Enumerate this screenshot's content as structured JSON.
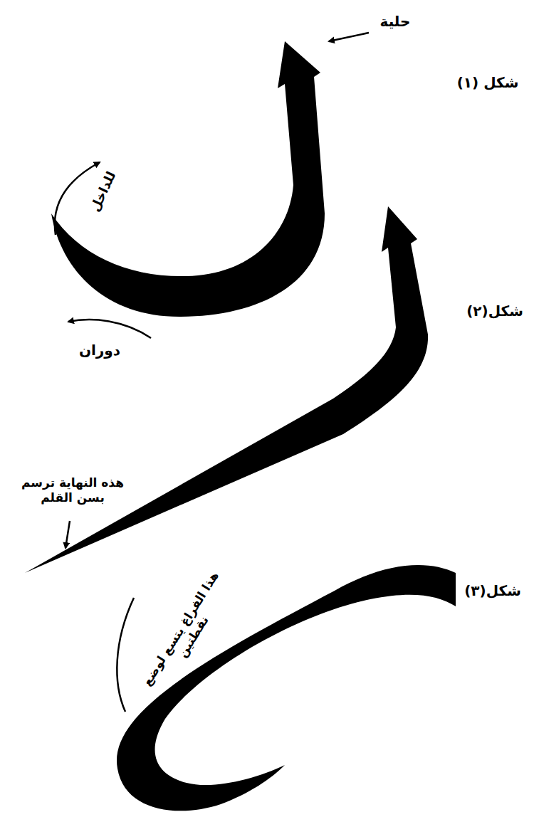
{
  "diagram": {
    "labels": [
      "حلية",
      "شكل (١)",
      "للداخل",
      "دوران",
      "شكل(٢)",
      "هذه النهاية ترسم بسن القلم",
      "شكل(٣)",
      "هذا الفراغ يتسع لوضع نقطتين"
    ]
  }
}
